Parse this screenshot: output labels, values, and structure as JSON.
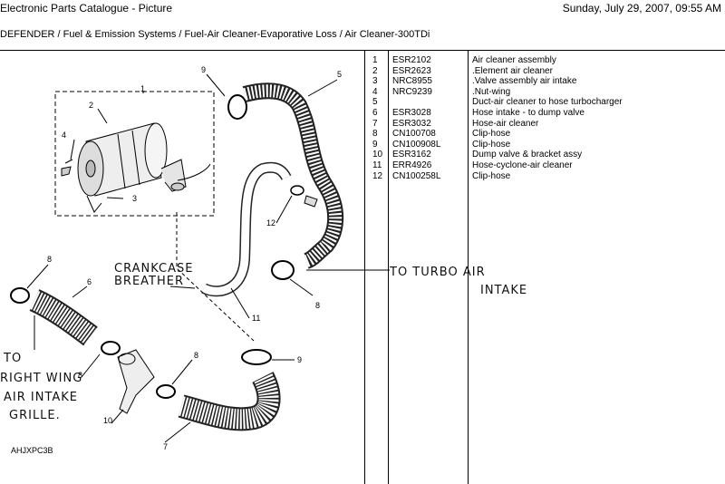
{
  "header": {
    "title": "Electronic Parts Catalogue - Picture",
    "datetime": "Sunday, July 29, 2007, 09:55 AM"
  },
  "breadcrumb": "DEFENDER / Fuel & Emission Systems / Fuel-Air Cleaner-Evaporative Loss / Air Cleaner-300TDi",
  "parts": [
    {
      "no": "1",
      "part": "ESR2102",
      "desc": "Air cleaner assembly"
    },
    {
      "no": "2",
      "part": "ESR2623",
      "desc": ".Element air cleaner"
    },
    {
      "no": "3",
      "part": "NRC8955",
      "desc": ".Valve assembly air intake"
    },
    {
      "no": "4",
      "part": "NRC9239",
      "desc": ".Nut-wing"
    },
    {
      "no": "5",
      "part": "",
      "desc": "Duct-air cleaner to hose turbocharger"
    },
    {
      "no": "6",
      "part": "ESR3028",
      "desc": "Hose intake - to dump valve"
    },
    {
      "no": "7",
      "part": "ESR3032",
      "desc": "Hose-air cleaner"
    },
    {
      "no": "8",
      "part": "CN100708",
      "desc": "Clip-hose"
    },
    {
      "no": "9",
      "part": "CN100908L",
      "desc": "Clip-hose"
    },
    {
      "no": "10",
      "part": "ESR3162",
      "desc": "Dump valve & bracket assy"
    },
    {
      "no": "11",
      "part": "ERR4926",
      "desc": "Hose-cyclone-air cleaner"
    },
    {
      "no": "12",
      "part": "CN100258L",
      "desc": "Clip-hose"
    }
  ],
  "diagram": {
    "callouts": [
      "1",
      "2",
      "3",
      "4",
      "5",
      "6",
      "7",
      "8",
      "8",
      "8",
      "8",
      "9",
      "9",
      "10",
      "11",
      "12"
    ],
    "handwritten": {
      "crankcase_line1": "CRANKCASE",
      "crankcase_line2": "BREATHER",
      "turbo_line1": "TO TURBO AIR",
      "turbo_line2": "INTAKE",
      "grille_line1": "TO",
      "grille_line2": "RIGHT WING",
      "grille_line3": "AIR INTAKE",
      "grille_line4": "GRILLE."
    },
    "figure_ref": "AHJXPC3B"
  }
}
